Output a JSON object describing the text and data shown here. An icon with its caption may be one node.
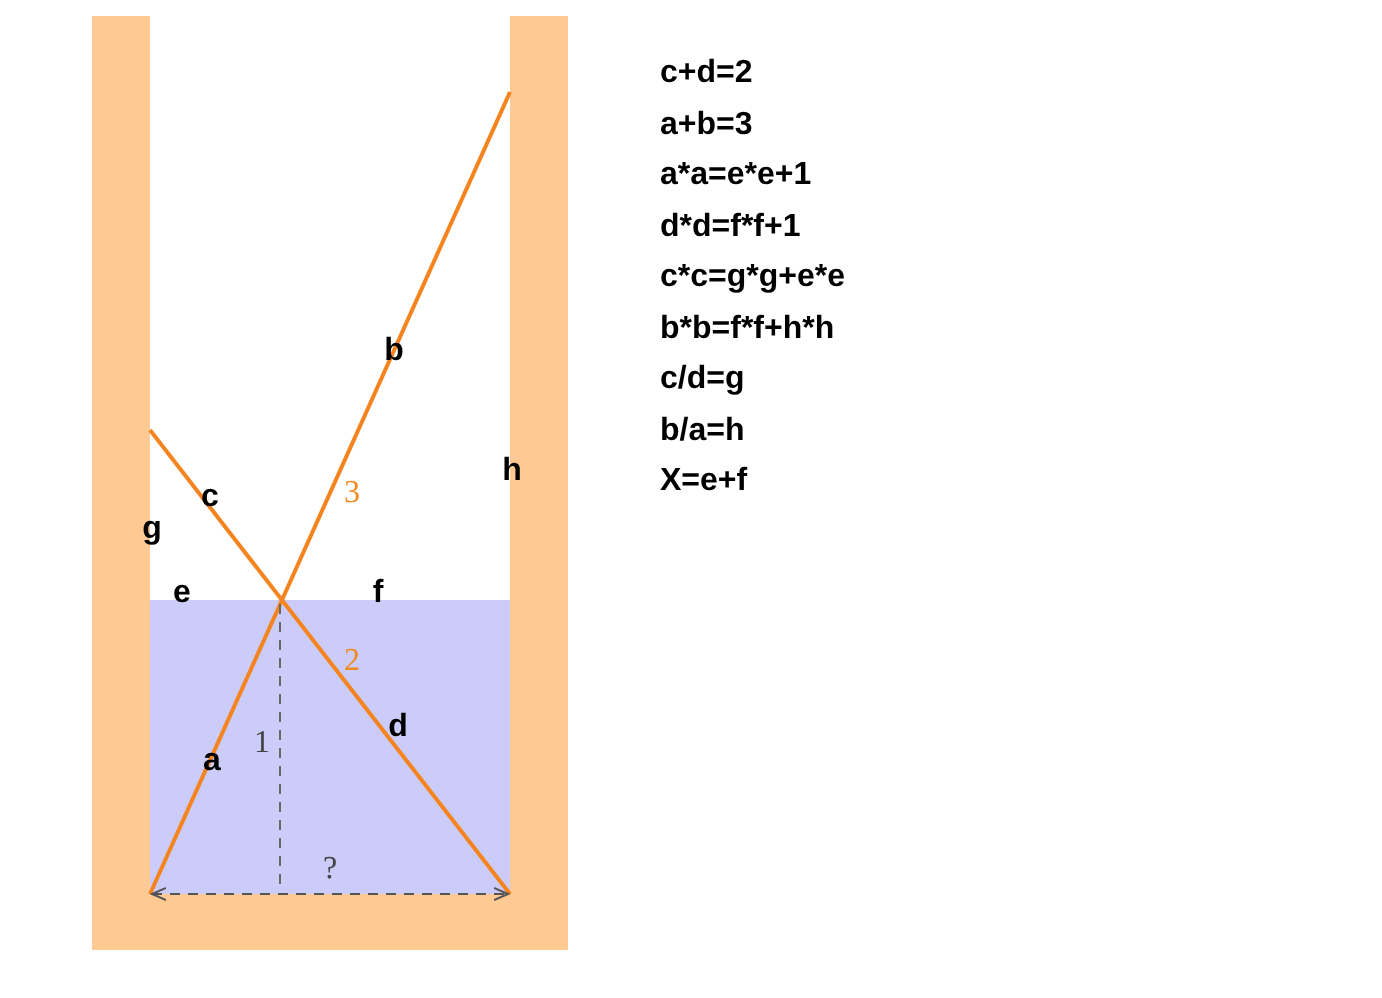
{
  "diagram": {
    "labels": [
      "c+d=2",
      "a+b=3",
      "a*a=e*e+1",
      "d*d=f*f+1",
      "c*c=g*g+e*e",
      "b*b=f*f+h*h",
      "c/d=g",
      "b/a=h",
      "X=e+f",
      "b",
      "h",
      "3",
      "c",
      "g",
      "e",
      "f",
      "2",
      "d",
      "1",
      "a",
      "?"
    ]
  }
}
